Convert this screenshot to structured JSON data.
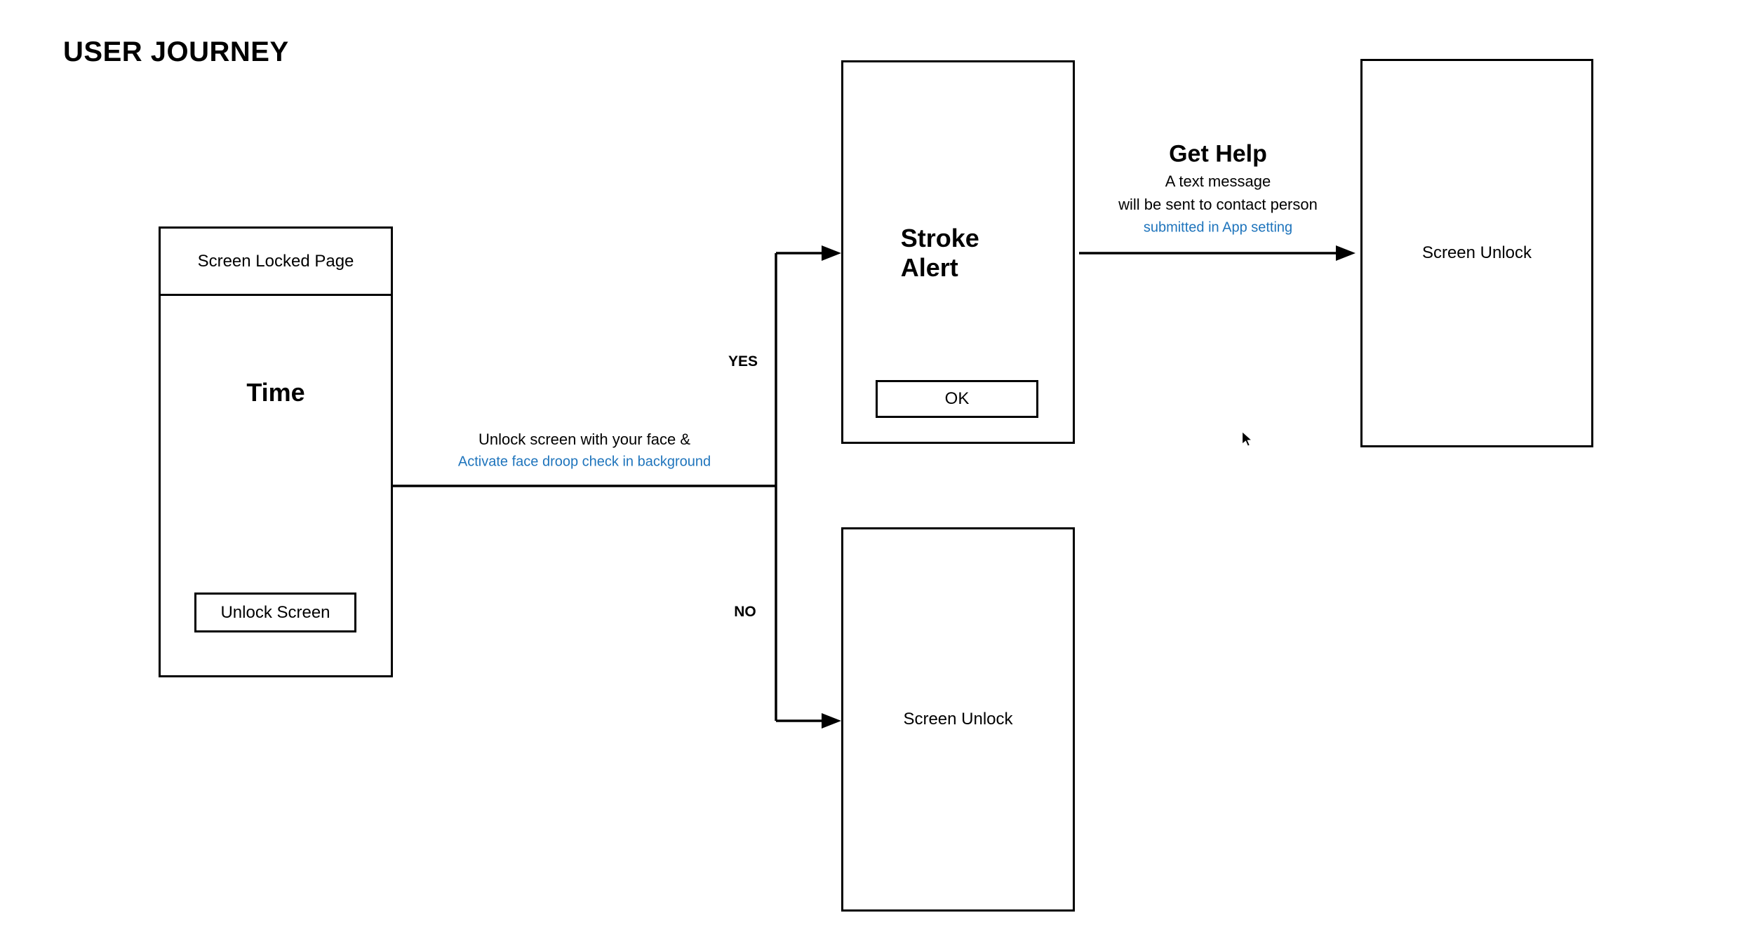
{
  "page": {
    "title": "USER JOURNEY"
  },
  "colors": {
    "stroke": "#000000",
    "link_blue": "#1e74bc"
  },
  "screens": {
    "screen_locked": {
      "header": "Screen Locked Page",
      "center_label": "Time",
      "button_label": "Unlock Screen"
    },
    "stroke_alert": {
      "title": "Stroke Alert",
      "button_label": "OK"
    },
    "screen_unlock_no": {
      "label": "Screen Unlock"
    },
    "screen_unlock_after_help": {
      "label": "Screen Unlock"
    }
  },
  "connectors": {
    "face_unlock": {
      "caption_line1": "Unlock screen with your face &",
      "caption_line2": "Activate face droop check in background"
    },
    "yes_branch": {
      "label": "YES"
    },
    "no_branch": {
      "label": "NO"
    },
    "get_help": {
      "title": "Get Help",
      "caption_line1": "A text message",
      "caption_line2": "will be sent to contact person",
      "caption_line3": "submitted in App setting"
    }
  }
}
